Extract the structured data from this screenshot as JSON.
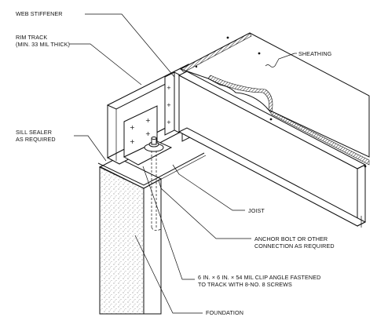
{
  "labels": {
    "web_stiffener": "WEB STIFFENER",
    "rim_track_1": "RIM TRACK",
    "rim_track_2": "(MIN. 33 MIL THICK)",
    "sheathing": "SHEATHING",
    "sill_sealer_1": "SILL SEALER",
    "sill_sealer_2": "AS REQUIRED",
    "joist": "JOIST",
    "anchor_bolt_1": "ANCHOR BOLT OR OTHER",
    "anchor_bolt_2": "CONNECTION AS REQUIRED",
    "clip_angle_1": "6 IN. × 6 IN. × 54 MIL CLIP ANGLE FASTENED",
    "clip_angle_2": "TO TRACK WITH 8-NO. 8 SCREWS",
    "foundation": "FOUNDATION"
  }
}
